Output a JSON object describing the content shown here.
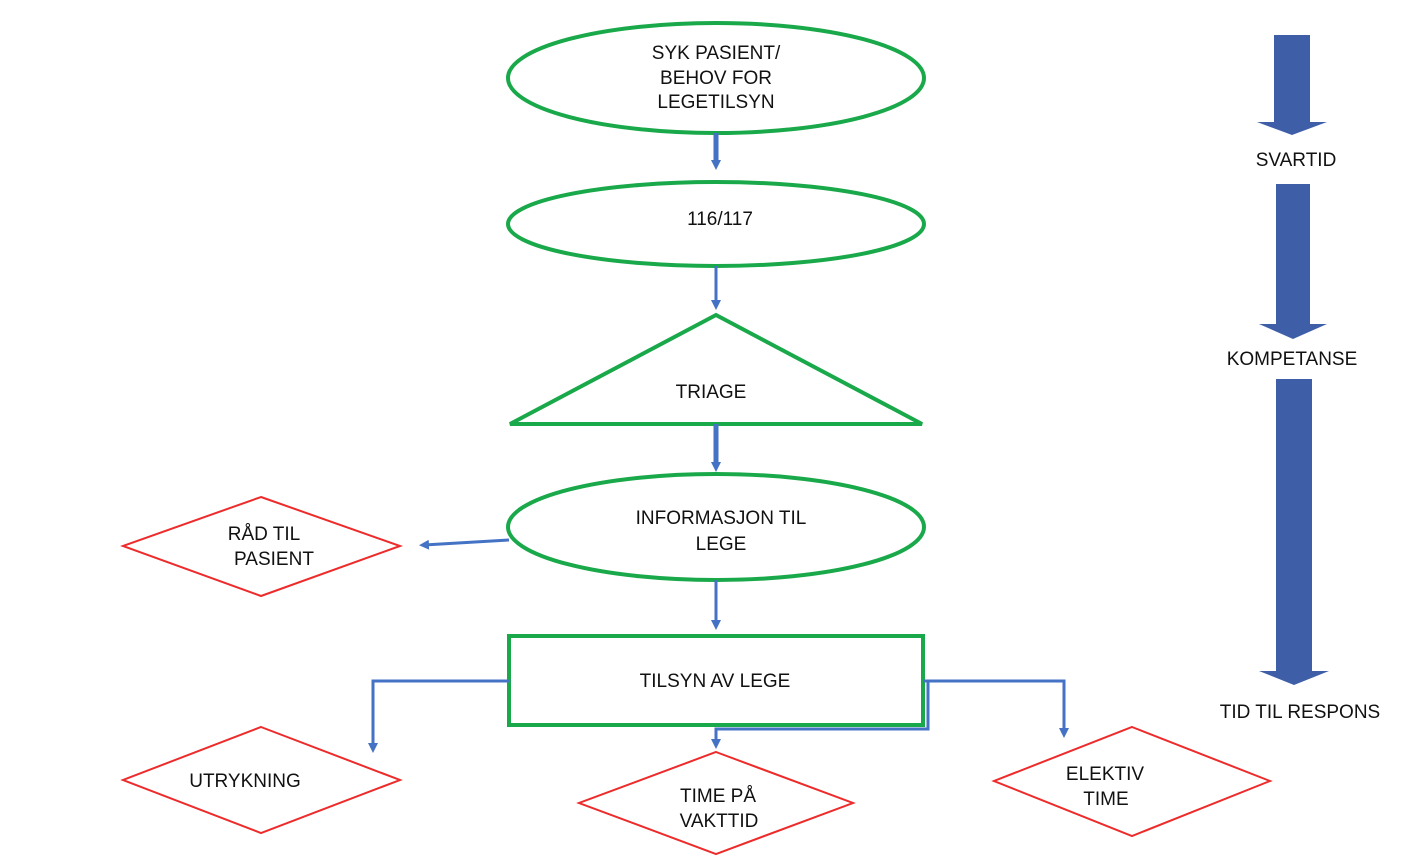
{
  "colors": {
    "node_border": "#1aa94a",
    "outcome_border": "#ee2b2b",
    "connector": "#4472c4",
    "side_arrow": "#3e5fa8"
  },
  "flow": {
    "start": {
      "lines": [
        "SYK PASIENT/",
        "BEHOV FOR",
        "LEGETILSYN"
      ]
    },
    "call": {
      "lines": [
        "116/117"
      ]
    },
    "triage": {
      "lines": [
        "TRIAGE"
      ]
    },
    "info": {
      "lines": [
        "INFORMASJON TIL",
        "LEGE"
      ]
    },
    "advice": {
      "lines": [
        "RÅD TIL",
        "PASIENT"
      ]
    },
    "supervision": {
      "lines": [
        "TILSYN AV LEGE"
      ]
    },
    "outcomes": {
      "emergency": {
        "lines": [
          "UTRYKNING"
        ]
      },
      "on_call": {
        "lines": [
          "TIME PÅ",
          "VAKTTID"
        ]
      },
      "elective": {
        "lines": [
          "ELEKTIV",
          "TIME"
        ]
      }
    }
  },
  "side": {
    "labels": [
      "SVARTID",
      "KOMPETANSE",
      "TID TIL RESPONS"
    ]
  }
}
